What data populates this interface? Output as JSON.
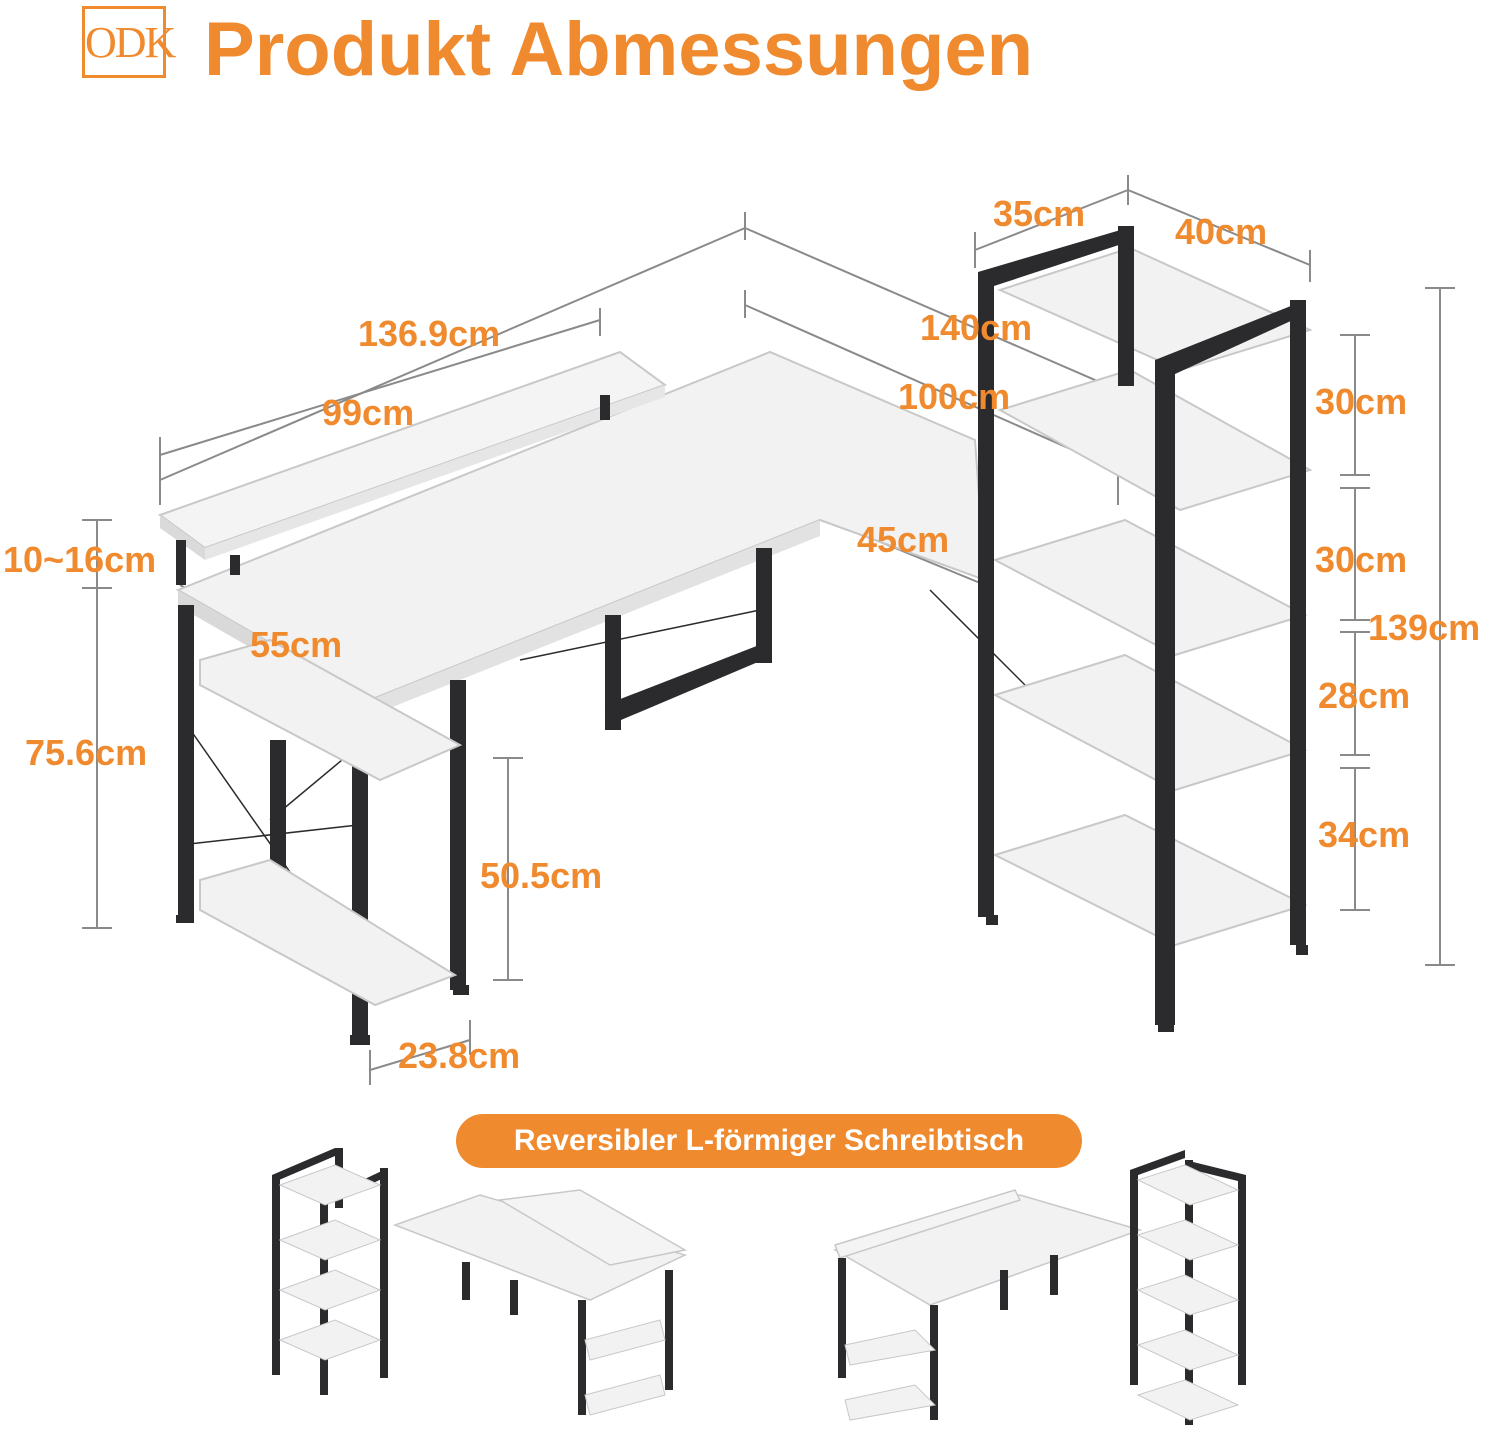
{
  "header": {
    "logo_text": "ODK",
    "title": "Produkt Abmessungen"
  },
  "dimensions": {
    "shelf_depth": "35cm",
    "shelf_width": "40cm",
    "total_width_left": "136.9cm",
    "total_width_right": "140cm",
    "monitor_stand_width": "99cm",
    "desk_right_width": "100cm",
    "return_depth": "45cm",
    "monitor_stand_height": "10~16cm",
    "desk_depth": "55cm",
    "desk_height": "75.6cm",
    "side_shelf_height": "50.5cm",
    "side_shelf_width": "23.8cm",
    "shelf_gap_1": "30cm",
    "shelf_gap_2": "30cm",
    "shelf_gap_3": "28cm",
    "shelf_gap_4": "34cm",
    "shelf_total_height": "139cm"
  },
  "badge": {
    "label": "Reversibler L-förmiger Schreibtisch"
  },
  "colors": {
    "accent": "#f08a2e",
    "frame": "#2b2b2e",
    "board": "#f2f2f2"
  }
}
